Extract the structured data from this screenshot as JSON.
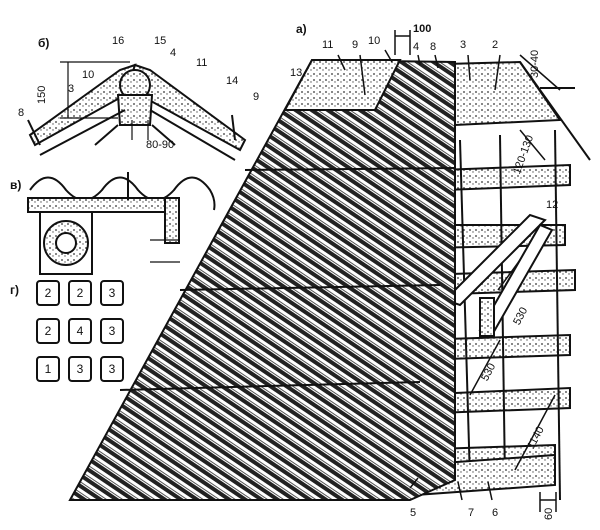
{
  "views": {
    "a": {
      "letter": "а)"
    },
    "b": {
      "letter": "б)"
    },
    "v": {
      "letter": "в)"
    },
    "g": {
      "letter": "г)"
    }
  },
  "callouts_a": {
    "n11": "11",
    "n9": "9",
    "n10": "10",
    "n4": "4",
    "n8": "8",
    "n3": "3",
    "n2": "2",
    "n13": "13",
    "n12": "12",
    "n5": "5",
    "n7": "7",
    "n6": "6"
  },
  "dims_a": {
    "d100": "100",
    "d3040": "30-40",
    "d120130": "120-130",
    "d530a": "530",
    "d530b": "530",
    "d1140": "1140",
    "d60": "60"
  },
  "callouts_b": {
    "n16": "16",
    "n15": "15",
    "n4": "4",
    "n11": "11",
    "n14": "14",
    "n9": "9",
    "n10": "10",
    "n3": "3",
    "n8": "8"
  },
  "dims_b": {
    "d150": "150",
    "d8090": "80-90"
  },
  "layout_g": {
    "rows": [
      [
        "2",
        "2",
        "3"
      ],
      [
        "2",
        "4",
        "3"
      ],
      [
        "1",
        "3",
        "3"
      ]
    ]
  }
}
